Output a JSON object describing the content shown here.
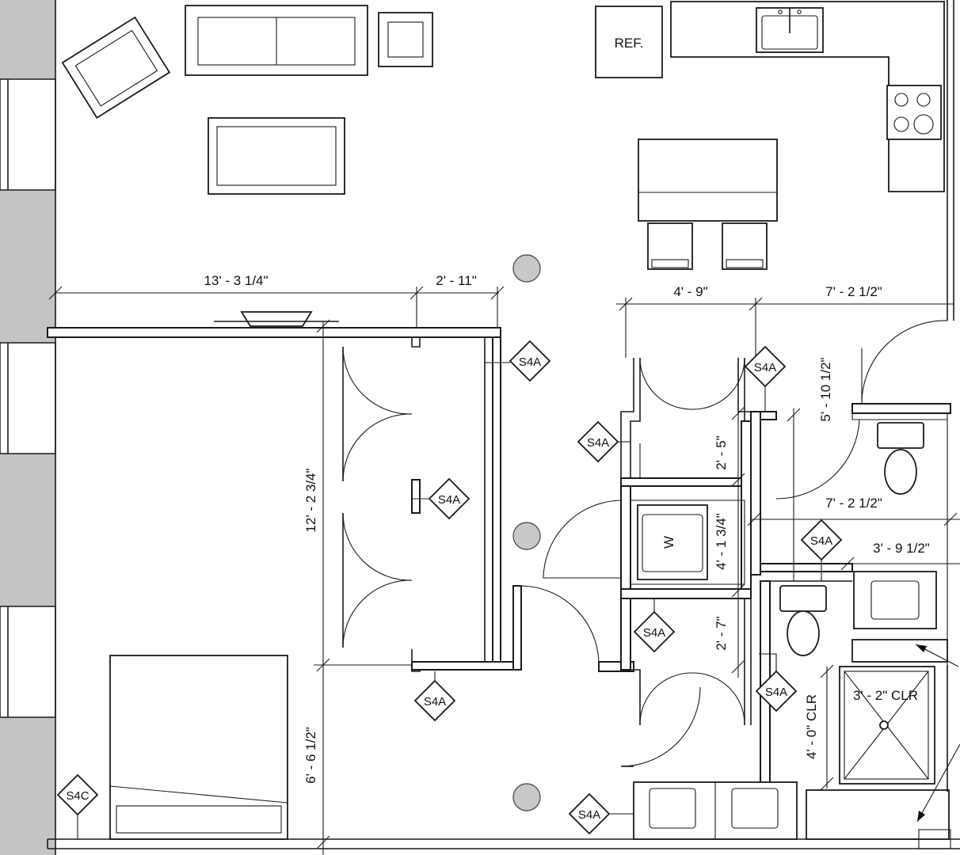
{
  "plan": {
    "appliances": {
      "refrigerator": "REF.",
      "washer": "W"
    },
    "dimensions": {
      "bedroom_width": "13' - 3 1/4\"",
      "closet_depth": "2' - 11\"",
      "laundry_width": "4' - 9\"",
      "bath_width_top": "7' - 2 1/2\"",
      "bedroom_depth_upper": "12' - 2 3/4\"",
      "bedroom_depth_lower": "6' - 6 1/2\"",
      "closet_a_depth": "2' - 5\"",
      "washer_depth": "4' - 1 3/4\"",
      "closet_b_depth": "2' - 7\"",
      "bath_depth": "5' - 10 1/2\"",
      "bath_width_mid": "7' - 2 1/2\"",
      "vanity_width": "3' - 9 1/2\"",
      "shower_width_clr": "3' - 2\" CLR",
      "shower_depth_clr": "4' - 0\" CLR"
    },
    "tags": {
      "s4a": "S4A",
      "s4c": "S4C"
    }
  }
}
